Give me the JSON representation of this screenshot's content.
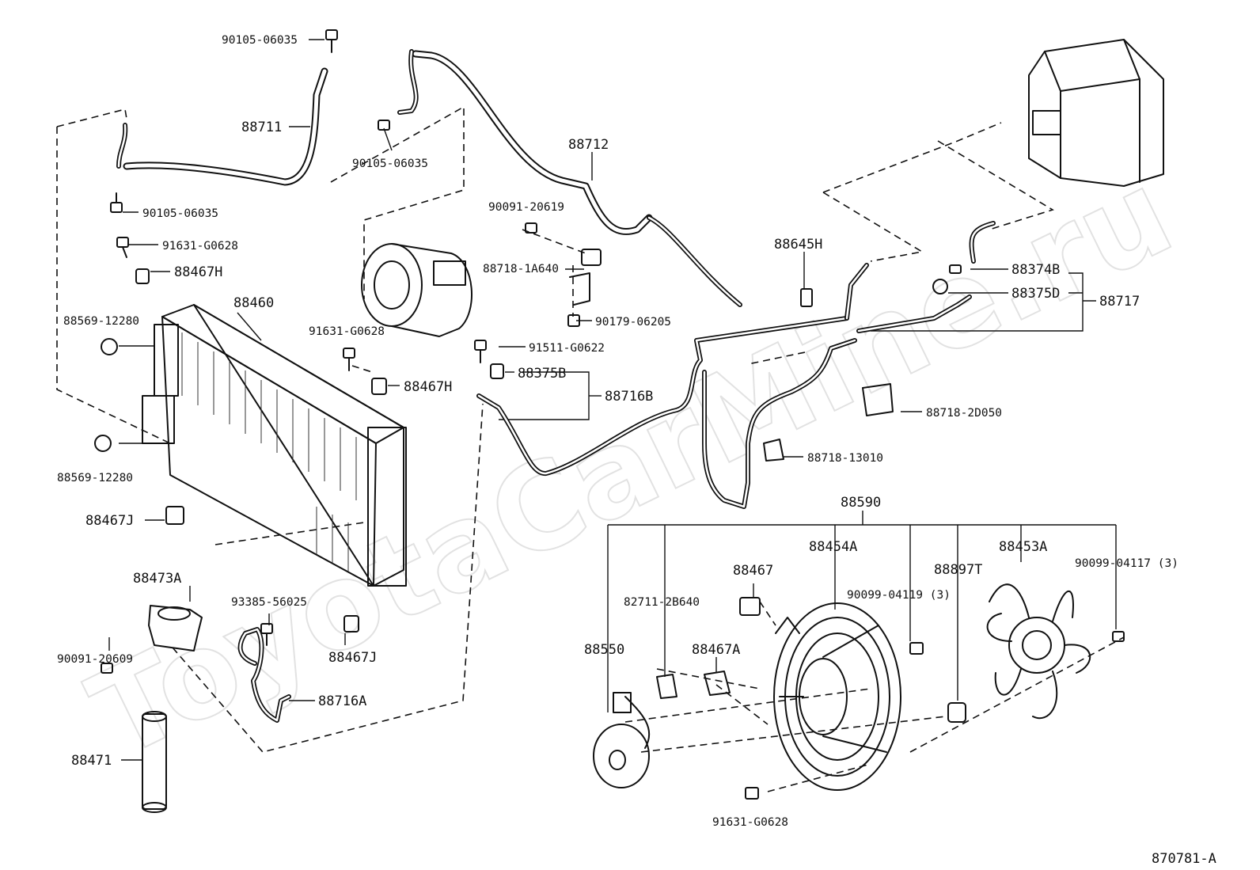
{
  "watermark": "ToyotaCarMine.ru",
  "figure_code": "870781-A",
  "labels": {
    "p90105_06035_top": "90105-06035",
    "p88711": "88711",
    "p90105_06035_mid": "90105-06035",
    "p90105_06035_left": "90105-06035",
    "p91631_G0628_left": "91631-G0628",
    "p88467H_left": "88467H",
    "p88460": "88460",
    "p88569_12280_top": "88569-12280",
    "p88569_12280_bot": "88569-12280",
    "p88467J_left": "88467J",
    "p88473A": "88473A",
    "p90091_20609": "90091-20609",
    "p88471": "88471",
    "p91631_G0628_mid": "91631-G0628",
    "p88467H_mid": "88467H",
    "p93385_56025": "93385-56025",
    "p88467J_mid": "88467J",
    "p88716A": "88716A",
    "p88712": "88712",
    "p90091_20619": "90091-20619",
    "p88718_1A640": "88718-1A640",
    "p90179_06205": "90179-06205",
    "p91511_G0622": "91511-G0622",
    "p88375B": "88375B",
    "p88716B": "88716B",
    "p88645H": "88645H",
    "p88374B": "88374B",
    "p88375D": "88375D",
    "p88717": "88717",
    "p88718_2D050": "88718-2D050",
    "p88718_13010": "88718-13010",
    "p88590": "88590",
    "p88454A": "88454A",
    "p88467": "88467",
    "p88897T": "88897T",
    "p88453A": "88453A",
    "p90099_04117": "90099-04117 (3)",
    "p82711_2B640": "82711-2B640",
    "p90099_04119": "90099-04119 (3)",
    "p88550": "88550",
    "p88467A": "88467A",
    "p91631_G0628_bot": "91631-G0628"
  }
}
